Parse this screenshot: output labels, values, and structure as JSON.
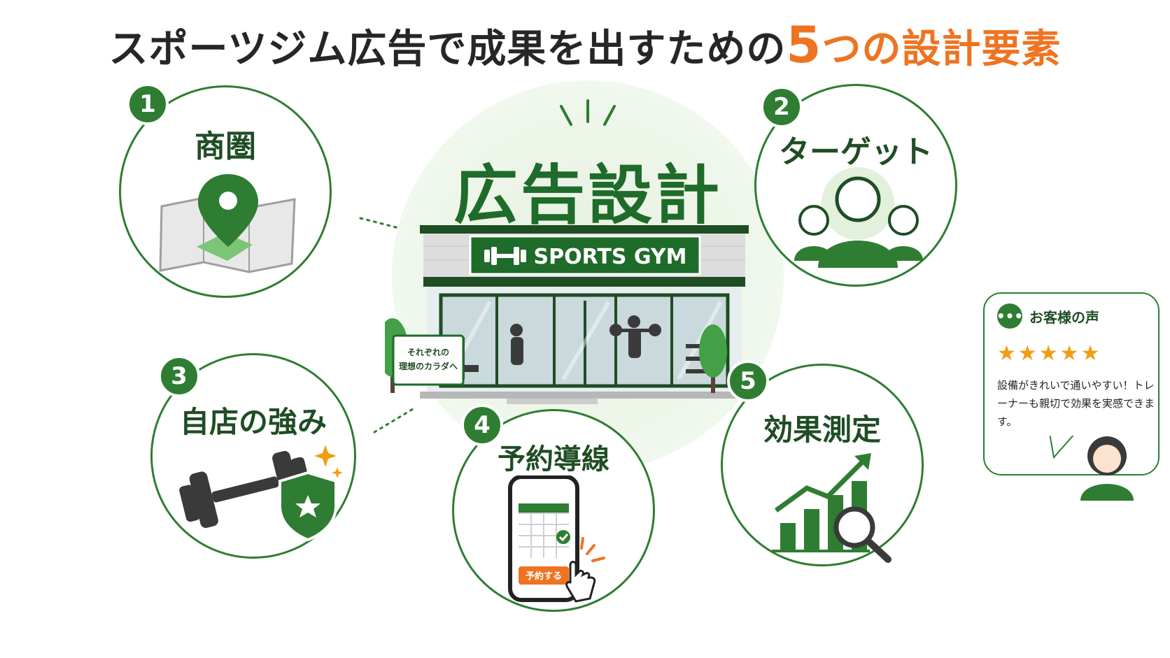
{
  "title": {
    "prefix": "スポーツジム広告で成果を出すための",
    "number": "5",
    "suffix": "つの設計要素"
  },
  "center": {
    "title": "広告設計",
    "gym_sign": "SPORTS GYM",
    "board_text_1": "それぞれの",
    "board_text_2": "理想のカラダへ"
  },
  "elements": [
    {
      "number": "1",
      "label": "商圏",
      "icon": "map-pin-icon"
    },
    {
      "number": "2",
      "label": "ターゲット",
      "icon": "people-icon"
    },
    {
      "number": "3",
      "label": "自店の強み",
      "icon": "dumbbell-shield-icon"
    },
    {
      "number": "4",
      "label": "予約導線",
      "icon": "smartphone-booking-icon",
      "button": "予約する"
    },
    {
      "number": "5",
      "label": "効果測定",
      "icon": "growth-chart-icon"
    }
  ],
  "review": {
    "title": "お客様の声",
    "stars": "★★★★★",
    "text": "設備がきれいで通いやすい！トレーナーも親切で効果を実感できます。",
    "icon": "chat-bubble-icon"
  },
  "colors": {
    "primary_green": "#2e7d32",
    "accent_orange": "#ee7422",
    "star": "#f39c12"
  }
}
